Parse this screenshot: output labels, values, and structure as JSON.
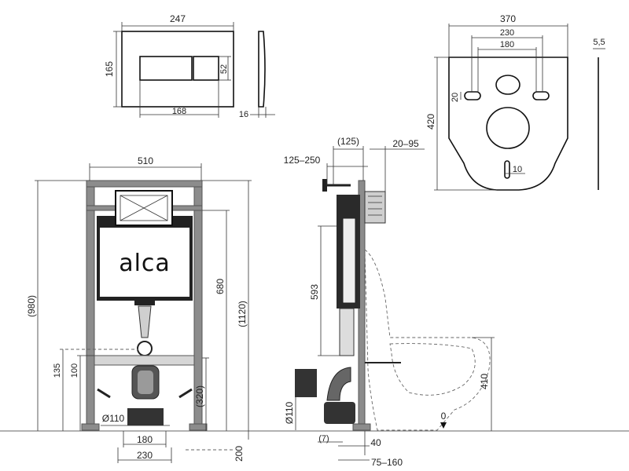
{
  "brand": {
    "logo_text": "alca"
  },
  "flush_plate": {
    "width": "247",
    "height": "165",
    "button_height": "52",
    "button_width": "168",
    "depth": "16"
  },
  "sound_pad": {
    "width": "370",
    "hole_spacing_outer": "230",
    "hole_spacing_inner": "180",
    "height": "420",
    "slot": "20",
    "bottom_slot": "10",
    "thickness": "5,5"
  },
  "front_view": {
    "width": "510",
    "total_height": "(980)",
    "total_height_max": "(1120)",
    "tank_height": "680",
    "outlet_height": "(320)",
    "height_135": "135",
    "height_100": "100",
    "pipe": "Ø110",
    "spacing_180": "180",
    "spacing_230": "230",
    "depth_200": "200"
  },
  "side_view": {
    "top_125": "(125)",
    "range_125_250": "125–250",
    "range_20_95": "20–95",
    "tank_593": "593",
    "pipe": "Ø110",
    "offset_7": "(7)",
    "offset_40": "40",
    "range_75_160": "75–160",
    "height_410": "410",
    "floor_zero": "0"
  }
}
